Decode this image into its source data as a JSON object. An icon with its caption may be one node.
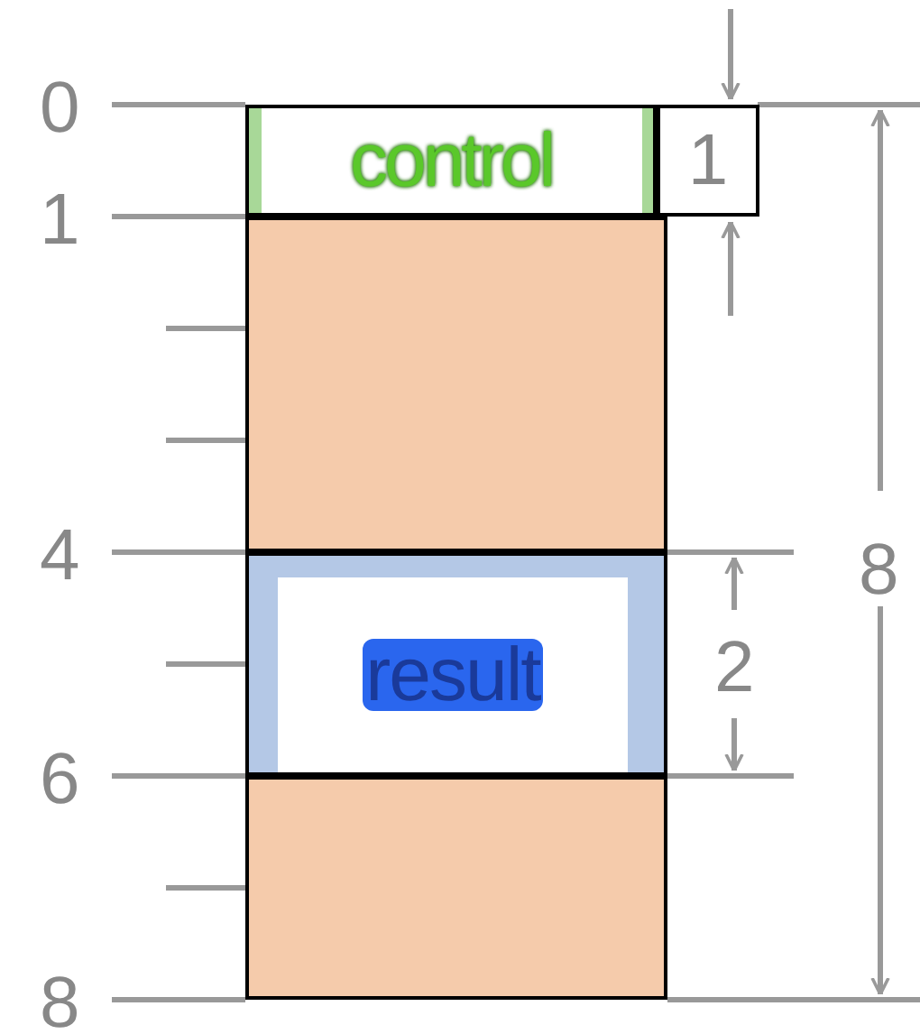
{
  "diagram": {
    "nodes": [
      {
        "text": [
          "control"
        ]
      },
      {
        "text": [
          "1"
        ]
      },
      {
        "text": [],
        "shape": "box"
      },
      {
        "text": [
          "result"
        ]
      },
      {
        "text": [],
        "shape": "box"
      }
    ],
    "labels": [
      "0",
      "1",
      "4",
      "6",
      "8",
      "2",
      "8"
    ]
  }
}
